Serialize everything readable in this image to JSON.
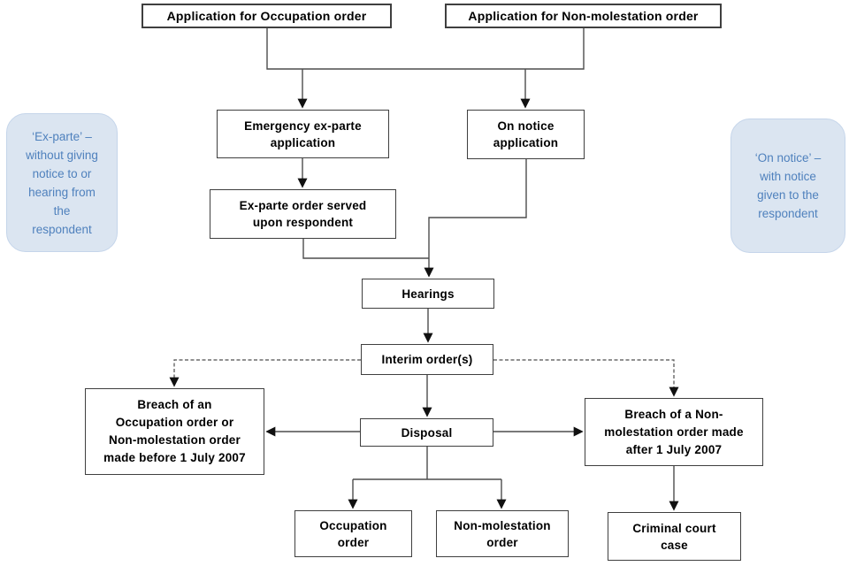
{
  "diagram": {
    "title": "Occupation and non-molestation order application process flowchart",
    "nodes": {
      "app_occupation": {
        "label": "Application for Occupation order"
      },
      "app_nonmolestation": {
        "label": "Application for Non-molestation order"
      },
      "emergency": {
        "label": "Emergency ex-parte\napplication"
      },
      "on_notice": {
        "label": "On notice\napplication"
      },
      "exparte_served": {
        "label": "Ex-parte order served\nupon respondent"
      },
      "hearings": {
        "label": "Hearings"
      },
      "interim": {
        "label": "Interim order(s)"
      },
      "disposal": {
        "label": "Disposal"
      },
      "breach_before": {
        "label": "Breach of an\nOccupation order or\nNon-molestation order\nmade before 1 July 2007"
      },
      "breach_after": {
        "label": "Breach of a Non-\nmolestation order made\nafter 1 July 2007"
      },
      "occupation_order": {
        "label": "Occupation\norder"
      },
      "nonmolestation_order": {
        "label": "Non-molestation\norder"
      },
      "criminal_court": {
        "label": "Criminal court\ncase"
      }
    },
    "callouts": {
      "ex_parte": {
        "label": "‘Ex-parte’ –\nwithout giving\nnotice to or\nhearing from\nthe\nrespondent"
      },
      "on_notice": {
        "label": "‘On notice’ –\nwith notice\ngiven to the\nrespondent"
      }
    },
    "edges": [
      {
        "from": "app_occupation",
        "to": "emergency",
        "style": "solid"
      },
      {
        "from": "app_occupation",
        "to": "on_notice",
        "style": "solid"
      },
      {
        "from": "app_nonmolestation",
        "to": "emergency",
        "style": "solid"
      },
      {
        "from": "app_nonmolestation",
        "to": "on_notice",
        "style": "solid"
      },
      {
        "from": "emergency",
        "to": "exparte_served",
        "style": "solid"
      },
      {
        "from": "exparte_served",
        "to": "hearings",
        "style": "solid"
      },
      {
        "from": "on_notice",
        "to": "hearings",
        "style": "solid"
      },
      {
        "from": "hearings",
        "to": "interim",
        "style": "solid"
      },
      {
        "from": "interim",
        "to": "disposal",
        "style": "solid"
      },
      {
        "from": "interim",
        "to": "breach_before",
        "style": "dashed"
      },
      {
        "from": "interim",
        "to": "breach_after",
        "style": "dashed"
      },
      {
        "from": "disposal",
        "to": "breach_before",
        "style": "solid"
      },
      {
        "from": "disposal",
        "to": "breach_after",
        "style": "solid"
      },
      {
        "from": "disposal",
        "to": "occupation_order",
        "style": "solid"
      },
      {
        "from": "disposal",
        "to": "nonmolestation_order",
        "style": "solid"
      },
      {
        "from": "breach_after",
        "to": "criminal_court",
        "style": "solid"
      }
    ],
    "colors": {
      "node_fill": "#ffffff",
      "node_border": "#3f3f3f",
      "connector": "#4d4d4d",
      "arrowhead": "#111111",
      "callout_fill": "#dbe5f1",
      "callout_border": "#c5d5ea",
      "callout_text": "#4f81bd"
    }
  }
}
